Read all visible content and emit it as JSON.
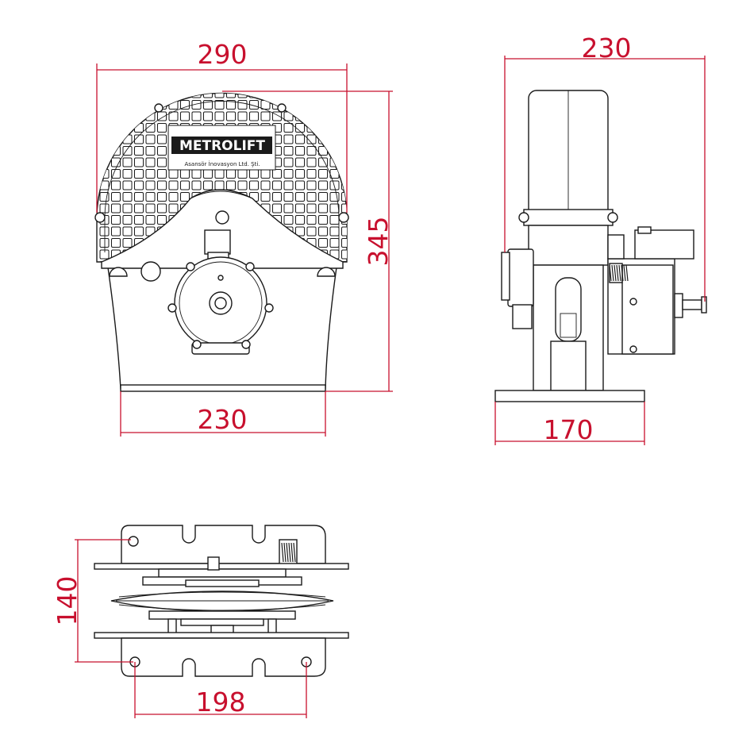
{
  "colors": {
    "dimension": "#c8102e",
    "outline": "#1a1a1a",
    "background": "#ffffff"
  },
  "front_view": {
    "logo": {
      "brand": "METROLIFT",
      "tagline": "Asansör İnovasyon Ltd. Şti."
    },
    "dimensions": {
      "width_top": "290",
      "height": "345",
      "width_base": "230"
    }
  },
  "side_view": {
    "dimensions": {
      "depth_top": "230",
      "width_base": "170"
    }
  },
  "bottom_view": {
    "dimensions": {
      "height": "140",
      "hole_spacing": "198"
    }
  }
}
